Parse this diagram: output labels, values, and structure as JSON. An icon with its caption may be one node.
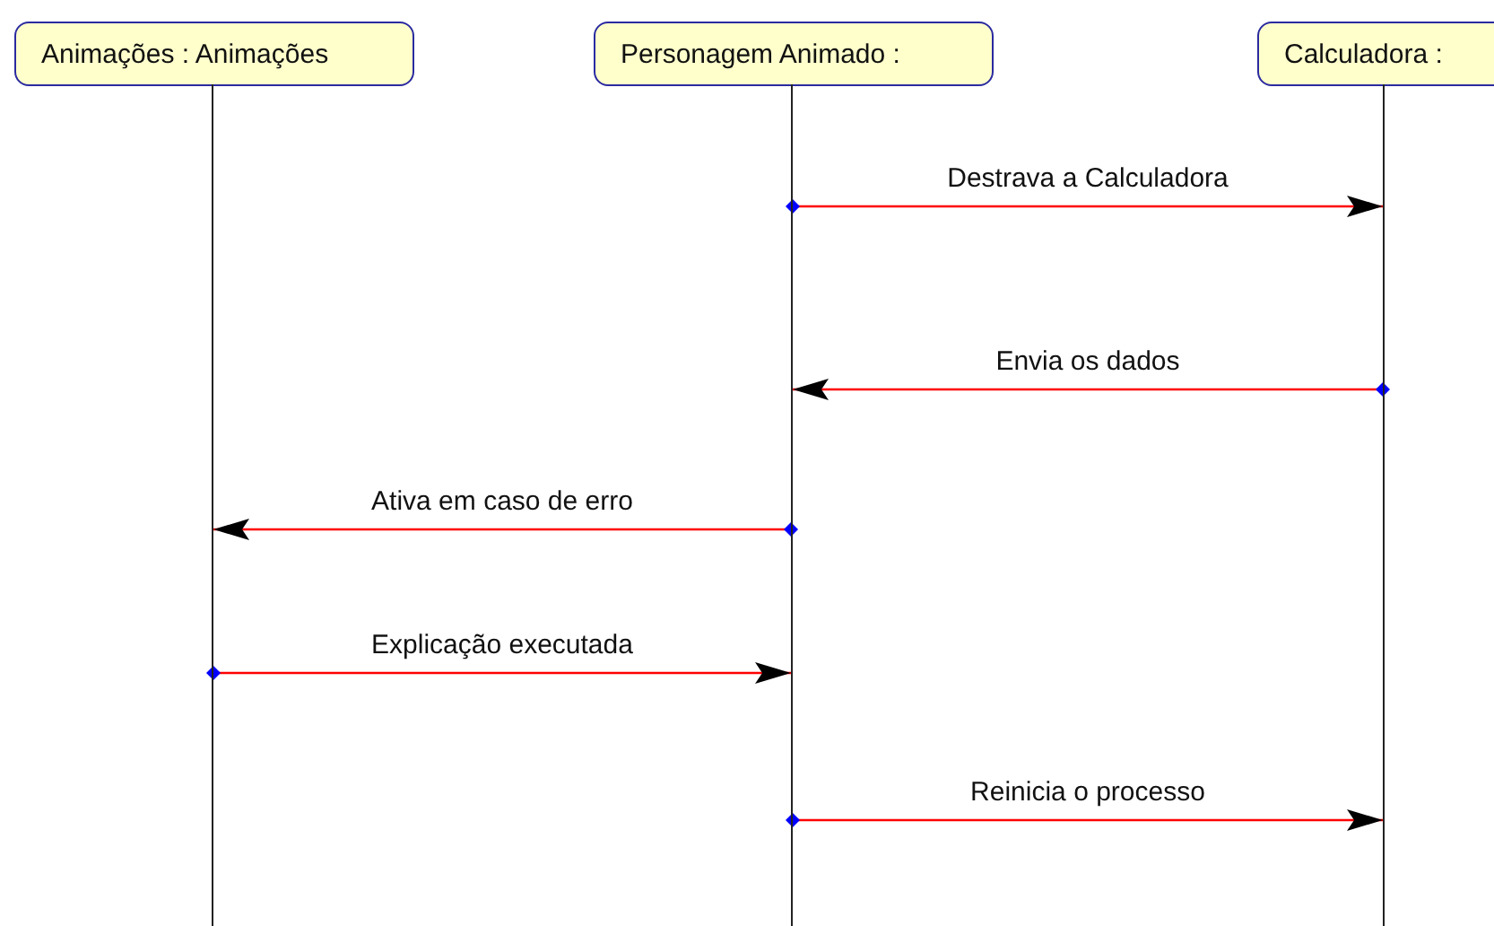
{
  "diagram": {
    "nodes": [
      {
        "text": [
          "Animações : Animações"
        ]
      },
      {
        "text": [
          "Personagem Animado :"
        ]
      },
      {
        "text": [
          "Calculadora :"
        ]
      },
      {
        "text": [],
        "shape": "bar"
      },
      {
        "text": [],
        "shape": "bar"
      },
      {
        "text": [],
        "shape": "bar"
      }
    ],
    "edges": [
      {
        "from": 4,
        "to": 5,
        "arrow": "to",
        "label": "Destrava a Calculadora"
      },
      {
        "from": 5,
        "to": 4,
        "arrow": "to",
        "label": "Envia os dados"
      },
      {
        "from": 4,
        "to": 3,
        "arrow": "to",
        "label": "Ativa em caso de erro"
      },
      {
        "from": 3,
        "to": 4,
        "arrow": "to",
        "label": "Explicação executada"
      },
      {
        "from": 4,
        "to": 5,
        "arrow": "to",
        "label": "Reinicia o processo"
      }
    ]
  }
}
